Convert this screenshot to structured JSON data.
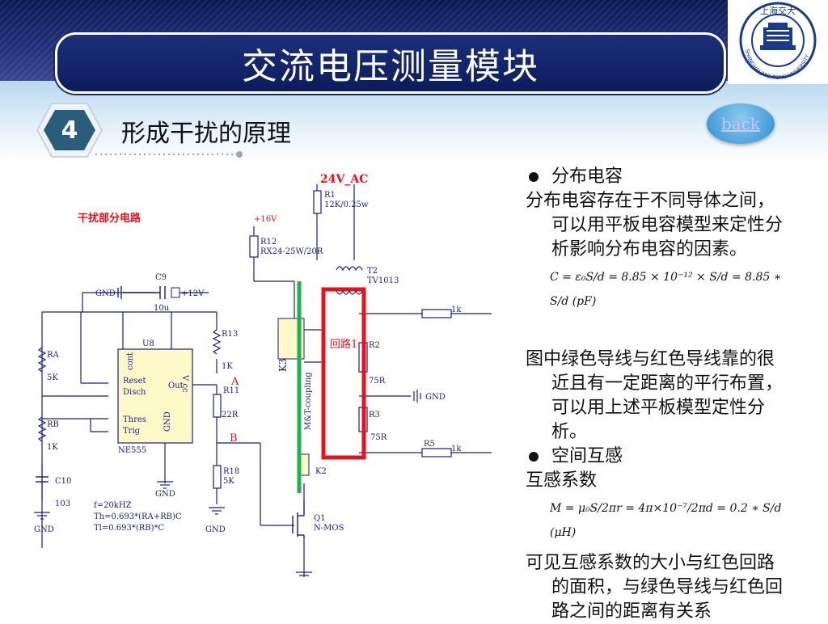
{
  "header": {
    "title": "交流电压测量模块"
  },
  "logo": {
    "text": "SHANGHAI JIAO TONG UNIVERSITY",
    "chars": "上海交大"
  },
  "section": {
    "number": "4",
    "subtitle": "形成干扰的原理"
  },
  "nav": {
    "back_label": "back"
  },
  "schematic": {
    "region_label": "干扰部分电路",
    "supply_ac": "24V_AC",
    "r1": "R1",
    "r1_val": "12K/0.25w",
    "p16": "+16V",
    "r12": "R12",
    "r12_val": "RX24-25W/20R",
    "t2": "T2",
    "t2_val": "TV1013",
    "c9": "C9",
    "c9_val": "10u",
    "gnd": "GND",
    "p12": "+12V",
    "u8": "U8",
    "chip": "NE555",
    "pin_cont": "cont",
    "pin_vcc": "V cc",
    "pin_reset": "Reset",
    "pin_disch": "Disch",
    "pin_out": "Out",
    "pin_thres": "Thres",
    "pin_trig": "Trig",
    "pin_gnd": "GND",
    "ra": "RA",
    "ra_val": "5K",
    "rb": "RB",
    "rb_val": "1K",
    "r13": "R13",
    "r13_val": "1K",
    "r11": "R11",
    "r11_val": "22R",
    "r18": "R18",
    "r18_val": "5K",
    "c10": "C10",
    "c10_val": "103",
    "node_a": "A",
    "node_b": "B",
    "k3": "K3",
    "k3_sub": "M&T-coupling",
    "k2": "K2",
    "loop": "回路1",
    "r2": "R2",
    "r2_val": "75R",
    "r3": "R3",
    "r3_val": "75R",
    "r4_val": "1k",
    "r5": "R5",
    "r5_val": "1k",
    "q1": "Q1",
    "q1_val": "N-MOS",
    "notes": [
      "f=20kHZ",
      "Th=0.693*(RA+RB)C",
      "Tl=0.693*(RB)*C"
    ],
    "colors": {
      "wire": "#1a1a8c",
      "green": "#22b14c",
      "red": "#e8101a",
      "label_red": "#e8101a"
    }
  },
  "content": {
    "bullet1": "分布电容",
    "para1": "分布电容存在于不同导体之间，可以用平板电容模型来定性分析影响分布电容的因素。",
    "formula1": "C = ε₀S/d = 8.85 × 10⁻¹² × S/d = 8.85 ∗ S/d (pF)",
    "para2": "图中绿色导线与红色导线靠的很近且有一定距离的平行布置，可以用上述平板模型定性分析。",
    "bullet2": "空间互感",
    "para3": "互感系数",
    "formula2": "M = μ₀S/2πr = 4π×10⁻⁷/2πd = 0.2 ∗ S/d (μH)",
    "para4": "可见互感系数的大小与红色回路的面积，与绿色导线与红色回路之间的距离有关系"
  }
}
